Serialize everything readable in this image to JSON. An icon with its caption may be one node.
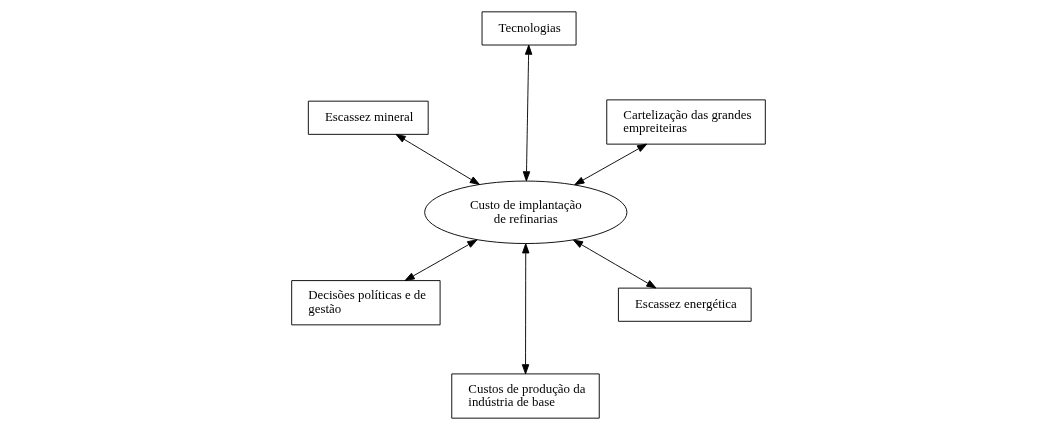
{
  "diagram": {
    "nodes": [
      {
        "text": [
          "Custo de implantação de refinarias"
        ]
      },
      {
        "text": [
          "Escassez energética"
        ]
      },
      {
        "text": [
          "Custos de produção da indústria de base"
        ]
      },
      {
        "text": [
          "Escassez mineral"
        ]
      },
      {
        "text": [
          "Cartelização das grandes empreiteiras"
        ]
      },
      {
        "text": [
          "Tecnologias"
        ]
      },
      {
        "text": [
          "Decisões políticas e de gestão"
        ]
      }
    ],
    "edges": [
      {
        "from": 1,
        "to": 0,
        "arrow": "both"
      },
      {
        "from": 2,
        "to": 0,
        "arrow": "both"
      },
      {
        "from": 3,
        "to": 0,
        "arrow": "both"
      },
      {
        "from": 0,
        "to": 4,
        "arrow": "both"
      },
      {
        "from": 5,
        "to": 0,
        "arrow": "both"
      },
      {
        "from": 0,
        "to": 6,
        "arrow": "both"
      }
    ]
  }
}
